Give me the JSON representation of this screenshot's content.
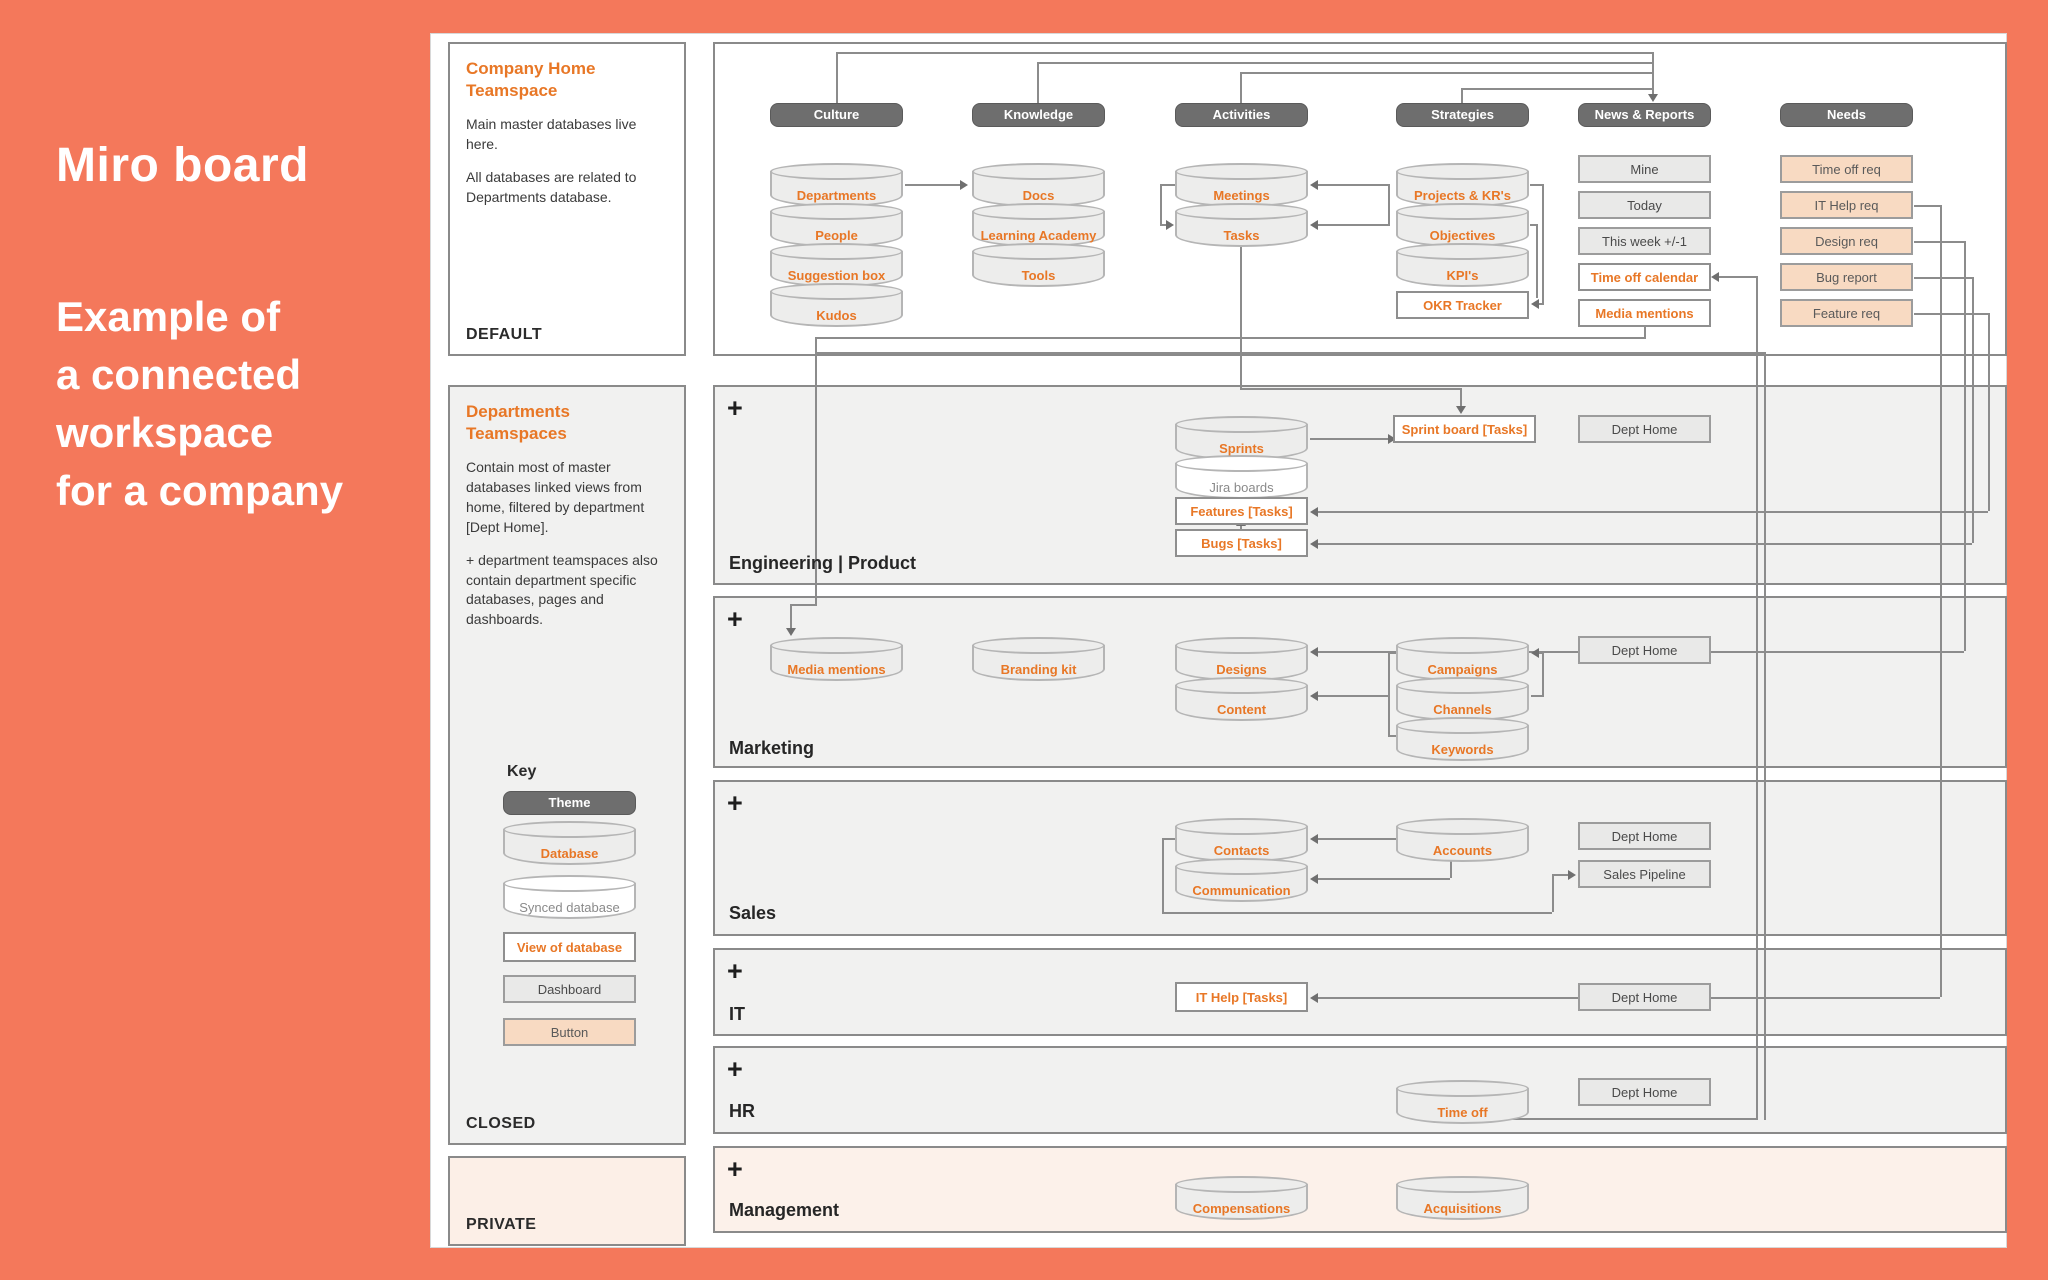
{
  "hero": {
    "title": "Miro board",
    "lines": [
      "Example of",
      "a connected",
      "workspace",
      "for a company"
    ]
  },
  "sidebar": {
    "default": {
      "title": "Company Home Teamspace",
      "body1": "Main master databases live here.",
      "body2": "All databases are related to Departments database.",
      "footer": "DEFAULT"
    },
    "departments": {
      "title": "Departments Teamspaces",
      "body1": "Contain most of master databases linked views from home, filtered by department [Dept Home].",
      "body2": "+ department teamspaces also contain department specific databases, pages and dashboards.",
      "key_title": "Key",
      "key": {
        "theme": "Theme",
        "database": "Database",
        "synced": "Synced database",
        "view": "View of database",
        "dashboard": "Dashboard",
        "button": "Button"
      },
      "footer": "CLOSED"
    },
    "private": {
      "footer": "PRIVATE"
    }
  },
  "home": {
    "themes": [
      "Culture",
      "Knowledge",
      "Activities",
      "Strategies",
      "News & Reports",
      "Needs"
    ],
    "culture": [
      "Departments",
      "People",
      "Suggestion box",
      "Kudos"
    ],
    "knowledge": [
      "Docs",
      "Learning Academy",
      "Tools"
    ],
    "activities": [
      "Meetings",
      "Tasks"
    ],
    "strategies": [
      "Projects & KR's",
      "Objectives",
      "KPI's"
    ],
    "okr_tracker": "OKR Tracker",
    "news": [
      "Mine",
      "Today",
      "This week +/-1",
      "Time off calendar",
      "Media mentions"
    ],
    "needs": [
      "Time off req",
      "IT Help req",
      "Design req",
      "Bug report",
      "Feature req"
    ]
  },
  "rows": {
    "plus": "+",
    "dept_home": "Dept Home",
    "engineering": {
      "label": "Engineering | Product",
      "sprints": "Sprints",
      "jira": "Jira boards",
      "features": "Features [Tasks]",
      "bugs": "Bugs [Tasks]",
      "sprint_board": "Sprint board [Tasks]"
    },
    "marketing": {
      "label": "Marketing",
      "media": "Media mentions",
      "branding": "Branding kit",
      "designs": "Designs",
      "content": "Content",
      "campaigns": "Campaigns",
      "channels": "Channels",
      "keywords": "Keywords"
    },
    "sales": {
      "label": "Sales",
      "contacts": "Contacts",
      "communication": "Communication",
      "accounts": "Accounts",
      "pipeline": "Sales Pipeline"
    },
    "it": {
      "label": "IT",
      "it_help": "IT Help [Tasks]"
    },
    "hr": {
      "label": "HR",
      "time_off": "Time off"
    },
    "management": {
      "label": "Management",
      "compensations": "Compensations",
      "acquisitions": "Acquisitions"
    }
  },
  "colors": {
    "background_orange": "#F4785B",
    "accent_orange": "#E87726",
    "theme_gray": "#6E6E6E",
    "button_peach": "#F8DAC2",
    "row_gray": "#F1F1F0",
    "private_peach": "#FCEFE7"
  }
}
